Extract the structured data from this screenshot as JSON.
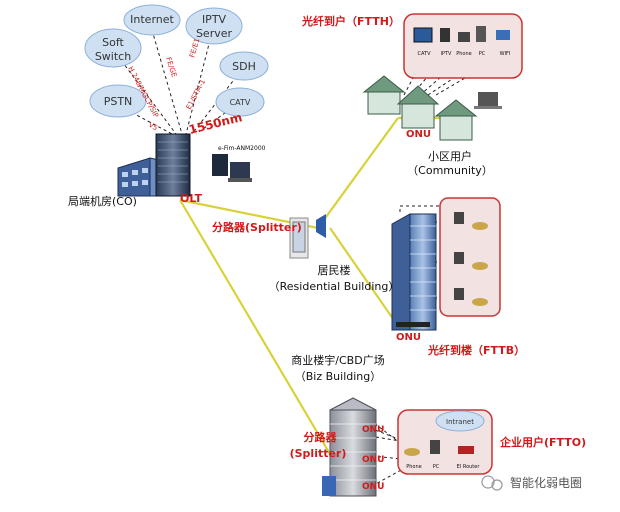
{
  "clouds": {
    "internet": "Internet",
    "iptv": [
      "IPTV",
      "Server"
    ],
    "soft_switch": [
      "Soft",
      "Switch"
    ],
    "sdh": "SDH",
    "pstn": "PSTN",
    "catv": "CATV"
  },
  "links": {
    "fe_ge": "FE/GE",
    "fe_e1": "FE/E1",
    "h248": "H.248/MGCP/SIP",
    "e1_stm": "E1/STM-1",
    "v5": "V5",
    "wavelength": "1550nm"
  },
  "co": {
    "label": "局端机房(CO)",
    "olt": "OLT",
    "device": "e-Fim-ANM2000"
  },
  "ftth": {
    "title": "光纤到户（FTTH）",
    "devices": [
      "CATV",
      "IPTV",
      "Phone",
      "PC",
      "WIFI"
    ],
    "onu": "ONU",
    "community": [
      "小区用户",
      "（Community）"
    ]
  },
  "splitter1": "分路器(Splitter)",
  "residential": [
    "居民楼",
    "（Residential  Building）"
  ],
  "fttb": {
    "title": "光纤到楼（FTTB）",
    "onu": "ONU"
  },
  "biz": {
    "label": [
      "商业楼宇/CBD广场",
      "（Biz Building）"
    ],
    "splitter": [
      "分路器",
      "(Splitter)"
    ],
    "onu": [
      "ONU",
      "ONU",
      "ONU"
    ]
  },
  "ftto": {
    "title": "企业用户(FTTO)",
    "intranet": "Intranet",
    "devices": [
      "Phone",
      "PC",
      "EI Router"
    ]
  },
  "watermark": "智能化弱电圈",
  "colors": {
    "fiber": "#d8d23a",
    "panel_border": "#cc3333",
    "panel_fill": "#f3e2e2",
    "label_red": "#d11a1a",
    "cloud_fill": "#cfe0f3",
    "dash": "#222222"
  }
}
